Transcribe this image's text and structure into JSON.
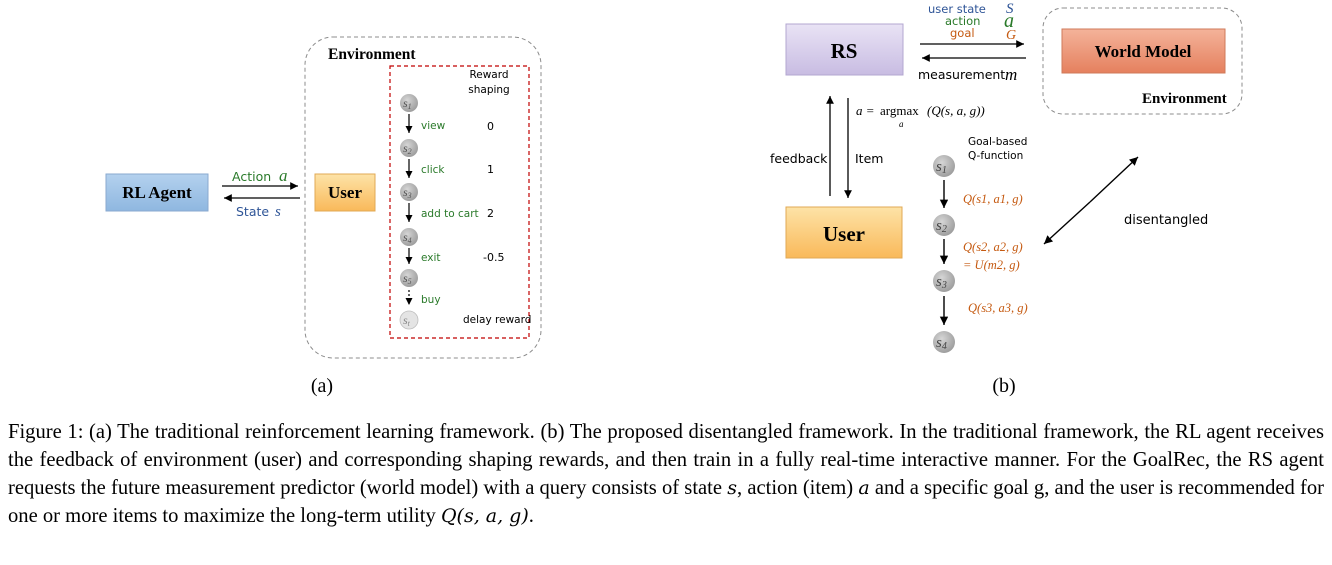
{
  "panel_a": {
    "sublabel": "(a)",
    "agent": "RL Agent",
    "user": "User",
    "action_label": "Action",
    "action_sym": "a",
    "state_label": "State",
    "state_sym": "s",
    "environment": "Environment",
    "reward_title_1": "Reward",
    "reward_title_2": "shaping",
    "states": [
      "s1",
      "s2",
      "s3",
      "s4",
      "s5",
      "st"
    ],
    "actions": [
      "view",
      "click",
      "add to cart",
      "exit",
      "buy"
    ],
    "rewards": [
      "0",
      "1",
      "2",
      "-0.5",
      "delay reward"
    ]
  },
  "panel_b": {
    "sublabel": "(b)",
    "rs": "RS",
    "world_model": "World Model",
    "environment": "Environment",
    "user": "User",
    "user_state": "user state",
    "action": "action",
    "goal": "goal",
    "sym_s": "S",
    "sym_a": "a",
    "sym_g": "G",
    "measurement": "measurement",
    "sym_m": "m",
    "argmax_lhs": "a = ",
    "argmax_fn": "argmax",
    "argmax_sub": "a",
    "argmax_rhs": "(Q(s, a, g))",
    "feedback": "feedback",
    "item": "Item",
    "goal_q_1": "Goal-based",
    "goal_q_2": "Q-function",
    "states": [
      "s1",
      "s2",
      "s3",
      "s4"
    ],
    "q1": "Q(s1, a1, g)",
    "q2": "Q(s2, a2, g)",
    "q2b": "= U(m2, g)",
    "q3": "Q(s3, a3, g)",
    "disentangled": "disentangled"
  },
  "caption": {
    "p1": "Figure 1: (a) The traditional reinforcement learning framework. (b) The proposed disentangled framework. In the traditional framework, the RL agent receives the feedback of environment (user) and corresponding shaping rewards, and then train in a fully real-time interactive manner. For the GoalRec, the RS agent requests the future measurement predictor (world model) with a query consists of state ",
    "s": "s",
    "p2": ", action (item) ",
    "a": "a",
    "p3": " and a specific goal g, and the user is recommended for one or more items to maximize the long-term utility ",
    "q": "Q(s, a, g)",
    "p4": "."
  },
  "colors": {
    "agent_blue": "#9cc3e6",
    "user_orange": "#fbc777",
    "rs_purple": "#d6cdea",
    "world_model": "#ec9577",
    "reward_dash": "#c00000",
    "action_green": "#2a7a2a",
    "state_blue": "#2f5597",
    "goal_orange": "#c55a11"
  }
}
